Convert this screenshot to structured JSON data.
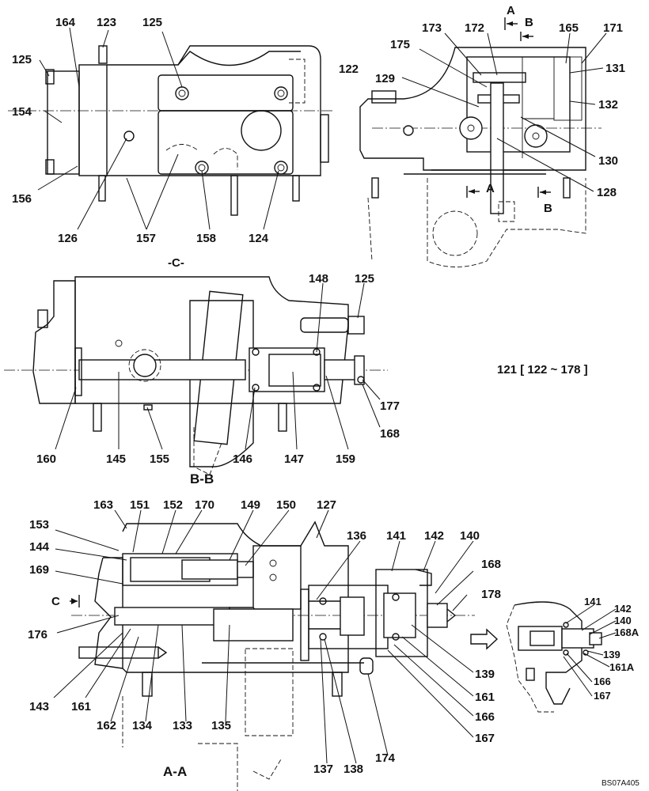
{
  "figure": {
    "code": "BS07A405",
    "assembly_note": "121 [ 122 ~ 178 ]"
  },
  "views": {
    "top_left": {
      "labels": [
        "164",
        "123",
        "125",
        "125",
        "154",
        "156",
        "126",
        "157",
        "158",
        "124"
      ]
    },
    "top_right": {
      "section_marks": [
        "A",
        "B",
        "A",
        "B"
      ],
      "labels": [
        "173",
        "172",
        "165",
        "171",
        "175",
        "122",
        "129",
        "131",
        "132",
        "130",
        "128"
      ]
    },
    "section_b": {
      "title": "B-B",
      "view_marker": "-C-",
      "labels": [
        "148",
        "125",
        "160",
        "145",
        "155",
        "146",
        "147",
        "159",
        "177",
        "168"
      ]
    },
    "section_a": {
      "title": "A-A",
      "view_arrow": "C",
      "labels": [
        "163",
        "151",
        "152",
        "170",
        "149",
        "150",
        "127",
        "153",
        "144",
        "169",
        "136",
        "141",
        "142",
        "140",
        "168",
        "178",
        "176",
        "139",
        "143",
        "161",
        "162",
        "134",
        "133",
        "135",
        "137",
        "138",
        "174",
        "161",
        "166",
        "167"
      ]
    },
    "detail": {
      "labels": [
        "141",
        "142",
        "140",
        "168A",
        "139",
        "161A",
        "166",
        "167"
      ]
    }
  }
}
